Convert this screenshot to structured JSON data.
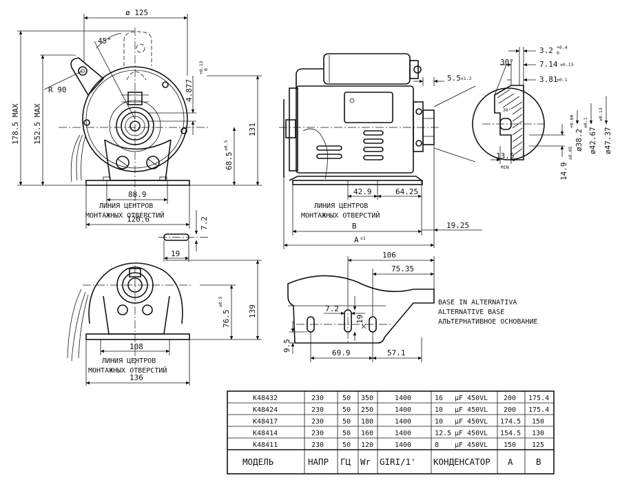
{
  "front_view": {
    "dia_125": "ø 125",
    "angle_45": "45°",
    "radius_90": "R 90",
    "max_178_5": "178.5  MAX",
    "max_152_5": "152.5  MAX",
    "dim_4877": "4.877",
    "tol_4877_up": "+0.13",
    "tol_4877_dn": "0",
    "dim_131": "131",
    "dim_68_5": "68.5",
    "tol_68_5": "±0.5",
    "dim_88_9": "88.9",
    "centers_line1": "ЛИНИЯ ЦЕНТРОВ",
    "centers_line2": "МОНТАЖНЫХ ОТВЕРСТИЙ",
    "dim_120_6": "120.6",
    "dim_7_2": "7.2",
    "dim_19": "19"
  },
  "side_view": {
    "dim_5_5": "5.5",
    "tol_5_5": "±1.2",
    "dim_42_9": "42.9",
    "dim_64_25": "64.25",
    "centers_line1": "ЛИНИЯ ЦЕНТРОВ",
    "centers_line2": "МОНТАЖНЫХ ОТВЕРСТИЙ",
    "label_b": "B",
    "dim_19_25": "19.25",
    "label_a": "A",
    "tol_a": "±1"
  },
  "detail_view": {
    "angle_30": "30°",
    "dim_3_2": "3.2",
    "tol_3_2_up": "+0.4",
    "tol_3_2_dn": "0",
    "dim_7_14": "7.14",
    "tol_7_14": "±0.13",
    "dim_3_81": "3.81",
    "tol_3_81": "±0.1",
    "angle_inner": "30°",
    "dim_13_5": "13.5",
    "min_label": "MIN",
    "dim_14_9": "14.9",
    "tol_14_9": "±0.05",
    "dim_38_2": "ø38.2",
    "tol_38_2": "+0.00",
    "dim_42_67": "ø42.67",
    "tol_42_67": "±0.1",
    "dim_47_37": "ø47.37",
    "tol_47_37": "±0.13"
  },
  "alt_front_view": {
    "dim_76_5": "76.5",
    "tol_76_5": "±0.5",
    "dim_139": "139",
    "dim_108": "108",
    "centers_line1": "ЛИНИЯ ЦЕНТРОВ",
    "centers_line2": "МОНТАЖНЫХ ОТВЕРСТИЙ",
    "dim_136": "136"
  },
  "alt_base_view": {
    "dim_106": "106",
    "dim_75_35": "75.35",
    "dim_7_2": "7.2",
    "dim_19": "19",
    "dim_9_5": "9.5",
    "dim_69_9": "69.9",
    "dim_57_1": "57.1",
    "caption_it": "BASE IN ALTERNATIVA",
    "caption_en": "ALTERNATIVE BASE",
    "caption_ru": "АЛЬТЕРНАТИВНОЕ ОСНОВАНИЕ"
  },
  "spec_table": {
    "rows": [
      {
        "model": "K48432",
        "voltage": "230",
        "hz": "50",
        "watts": "350",
        "rpm": "1400",
        "cap_value": "16",
        "cap_unit": "μF 450VL",
        "a": "200",
        "b": "175.4"
      },
      {
        "model": "K48424",
        "voltage": "230",
        "hz": "50",
        "watts": "250",
        "rpm": "1400",
        "cap_value": "10",
        "cap_unit": "μF 450VL",
        "a": "200",
        "b": "175.4"
      },
      {
        "model": "K48417",
        "voltage": "230",
        "hz": "50",
        "watts": "180",
        "rpm": "1400",
        "cap_value": "10",
        "cap_unit": "μF 450VL",
        "a": "174.5",
        "b": "150"
      },
      {
        "model": "K48414",
        "voltage": "230",
        "hz": "50",
        "watts": "160",
        "rpm": "1400",
        "cap_value": "12.5",
        "cap_unit": "μF 450VL",
        "a": "154.5",
        "b": "130"
      },
      {
        "model": "K48411",
        "voltage": "230",
        "hz": "50",
        "watts": "120",
        "rpm": "1400",
        "cap_value": "8",
        "cap_unit": "μF 450VL",
        "a": "150",
        "b": "125"
      }
    ],
    "header": {
      "model": "МОДЕЛЬ",
      "voltage": "НАПР",
      "hz": "ГЦ",
      "watts": "Wr",
      "rpm": "GIRI/1'",
      "capacitor": "КОНДЕНСАТОР",
      "a": "A",
      "b": "B"
    }
  }
}
